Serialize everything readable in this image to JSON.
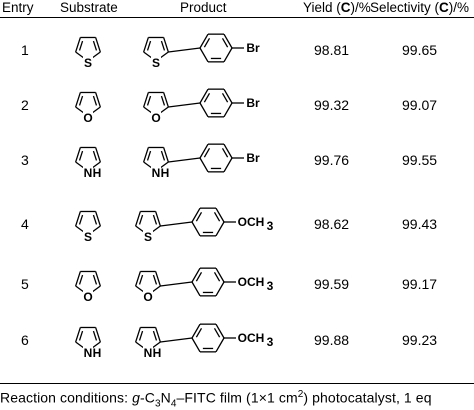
{
  "headers": {
    "entry": "Entry",
    "substrate": "Substrate",
    "product": "Product",
    "yield_pre": "Yield (",
    "yield_bold": "C",
    "yield_post": ")/%",
    "selectivity_pre": "Selectivity (",
    "selectivity_bold": "C",
    "selectivity_post": ")/%"
  },
  "rows": [
    {
      "entry": "1",
      "heteroatom": "S",
      "substituent": "Br",
      "yield": "98.81",
      "selectivity": "99.65"
    },
    {
      "entry": "2",
      "heteroatom": "O",
      "substituent": "Br",
      "yield": "99.32",
      "selectivity": "99.07"
    },
    {
      "entry": "3",
      "heteroatom": "N",
      "heteroatom_label": "H",
      "substituent": "Br",
      "yield": "99.76",
      "selectivity": "99.55"
    },
    {
      "entry": "4",
      "heteroatom": "S",
      "substituent": "OCH3",
      "substituent_label": "OCH",
      "substituent_sub": "3",
      "yield": "98.62",
      "selectivity": "99.43"
    },
    {
      "entry": "5",
      "heteroatom": "O",
      "substituent": "OCH3",
      "substituent_label": "OCH",
      "substituent_sub": "3",
      "yield": "99.59",
      "selectivity": "99.17"
    },
    {
      "entry": "6",
      "heteroatom": "N",
      "heteroatom_label": "H",
      "substituent": "OCH3",
      "substituent_label": "OCH",
      "substituent_sub": "3",
      "yield": "99.88",
      "selectivity": "99.23"
    }
  ],
  "footnote": {
    "t1": "Reaction conditions: ",
    "t2": "g",
    "t3": "-C",
    "t4": "3",
    "t5": "N",
    "t6": "4",
    "t7": "–FITC film (1×1 cm",
    "t8": "2",
    "t9": ") photocatalyst, 1 eq"
  }
}
